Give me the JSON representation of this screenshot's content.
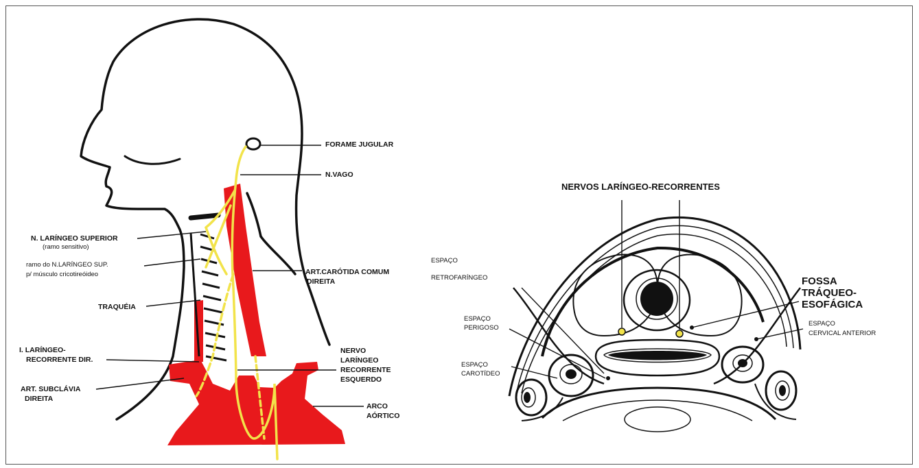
{
  "left_panel": {
    "labels": {
      "forame_jugular": "FORAME JUGULAR",
      "n_vago": "N.VAGO",
      "n_laringeo_superior": "N. LARÍNGEO SUPERIOR",
      "ramo_sensitivo": "(ramo sensitivo)",
      "ramo_sup_line1": "ramo do N.LARÍNGEO SUP.",
      "ramo_sup_line2": "p/ músculo cricotireóideo",
      "traqueia": "TRAQUÉIA",
      "rec_dir_line1": "I. LARÍNGEO-",
      "rec_dir_line2": "RECORRENTE DIR.",
      "subclavia_line1": "ART. SUBCLÁVIA",
      "subclavia_line2": "DIREITA",
      "carotida_line1": "ART.CARÓTIDA COMUM",
      "carotida_line2": "DIREITA",
      "nervo_esq_line1": "NERVO",
      "nervo_esq_line2": "LARÍNGEO",
      "nervo_esq_line3": "RECORRENTE",
      "nervo_esq_line4": "ESQUERDO",
      "arco_line1": "ARCO",
      "arco_line2": "AÓRTICO"
    }
  },
  "right_panel": {
    "labels": {
      "title": "NERVOS LARÍNGEO-RECORRENTES",
      "espaco1": "ESPAÇO",
      "retrofaringeo": "RETROFARÍNGEO",
      "perigoso_line1": "ESPAÇO",
      "perigoso_line2": "PERIGOSO",
      "carotideo_line1": "ESPAÇO",
      "carotideo_line2": "CAROTÍDEO",
      "fossa_line1": "FOSSA",
      "fossa_line2": "TRÁQUEO-",
      "fossa_line3": "ESOFÁGICA",
      "cervical_line1": "ESPAÇO",
      "cervical_line2": "CERVICAL ANTERIOR"
    }
  },
  "colors": {
    "artery": "#e8191c",
    "nerve": "#f2e34a",
    "line": "#111111"
  }
}
